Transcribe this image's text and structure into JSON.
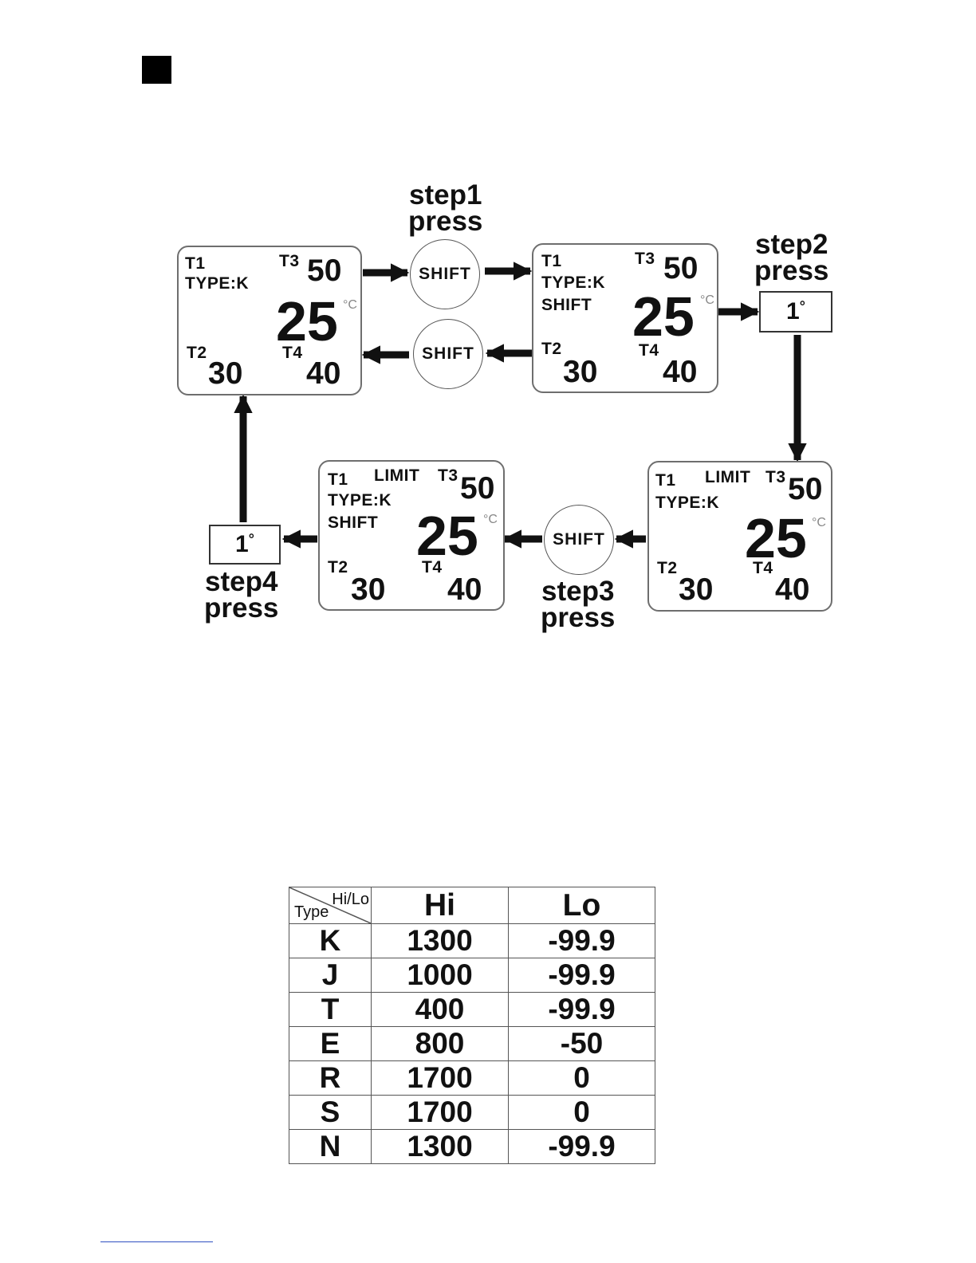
{
  "steps": {
    "step1": [
      "step1",
      "press"
    ],
    "step2": [
      "step2",
      "press"
    ],
    "step3": [
      "step3",
      "press"
    ],
    "step4": [
      "step4",
      "press"
    ]
  },
  "buttons": {
    "shift": "SHIFT",
    "up": "1"
  },
  "display": {
    "t1": "T1",
    "t2": "T2",
    "t3": "T3",
    "t4": "T4",
    "type": "TYPE:K",
    "shift": "SHIFT",
    "limit": "LIMIT",
    "main": "25",
    "unit": "°C",
    "v3": "50",
    "v2": "30",
    "v4": "40"
  },
  "table": {
    "corner_type": "Type",
    "corner_hilo": "Hi/Lo",
    "headers": [
      "Hi",
      "Lo"
    ],
    "rows": [
      {
        "type": "K",
        "hi": "1300",
        "lo": "-99.9"
      },
      {
        "type": "J",
        "hi": "1000",
        "lo": "-99.9"
      },
      {
        "type": "T",
        "hi": "400",
        "lo": "-99.9"
      },
      {
        "type": "E",
        "hi": "800",
        "lo": "-50"
      },
      {
        "type": "R",
        "hi": "1700",
        "lo": "0"
      },
      {
        "type": "S",
        "hi": "1700",
        "lo": "0"
      },
      {
        "type": "N",
        "hi": "1300",
        "lo": "-99.9"
      }
    ]
  }
}
